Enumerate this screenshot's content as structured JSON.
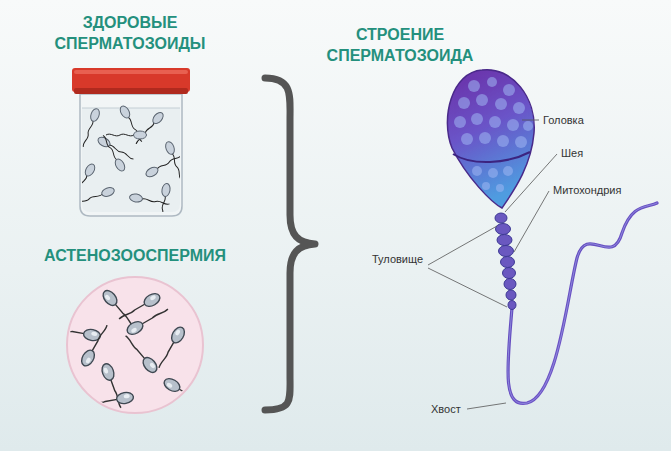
{
  "diagram": {
    "labels": [
      "ЗДОРОВЫЕ СПЕРМАТОЗОИДЫ",
      "АСТЕНОЗООСПЕРМИЯ",
      "СТРОЕНИЕ СПЕРМАТОЗОИДА",
      "Головка",
      "Шея",
      "Митохондрия",
      "Туловище",
      "Хвост"
    ]
  }
}
